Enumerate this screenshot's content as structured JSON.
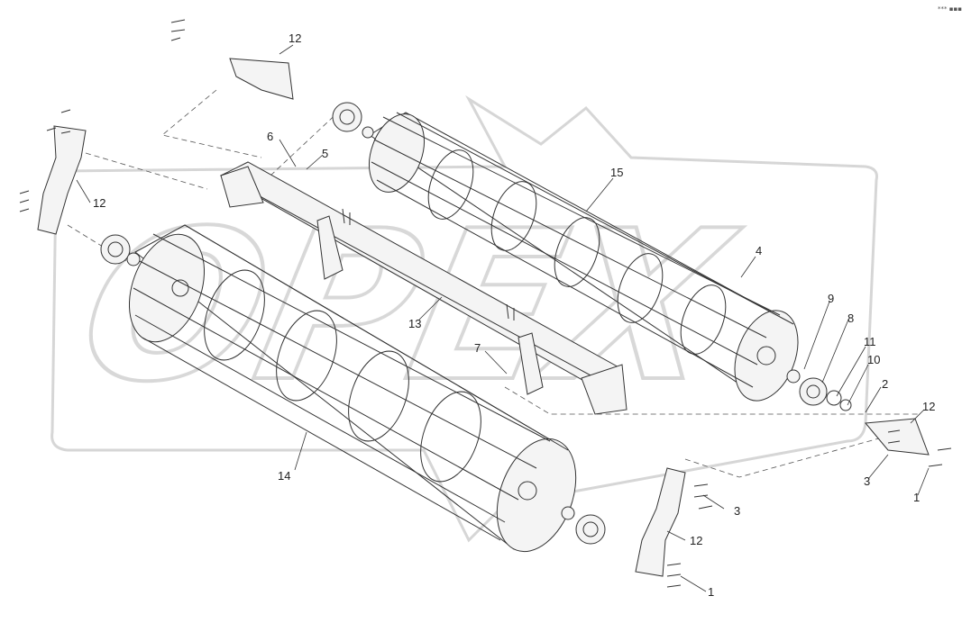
{
  "corner_mark": "*** ▪▪▪",
  "watermark": "OPEX",
  "callouts": {
    "c12a": "12",
    "c12b": "12",
    "c12c": "12",
    "c12d": "12",
    "c6": "6",
    "c5": "5",
    "c15": "15",
    "c4": "4",
    "c13": "13",
    "c7": "7",
    "c9": "9",
    "c8": "8",
    "c11": "11",
    "c10": "10",
    "c2": "2",
    "c14": "14",
    "c3a": "3",
    "c3b": "3",
    "c1a": "1",
    "c1b": "1"
  }
}
